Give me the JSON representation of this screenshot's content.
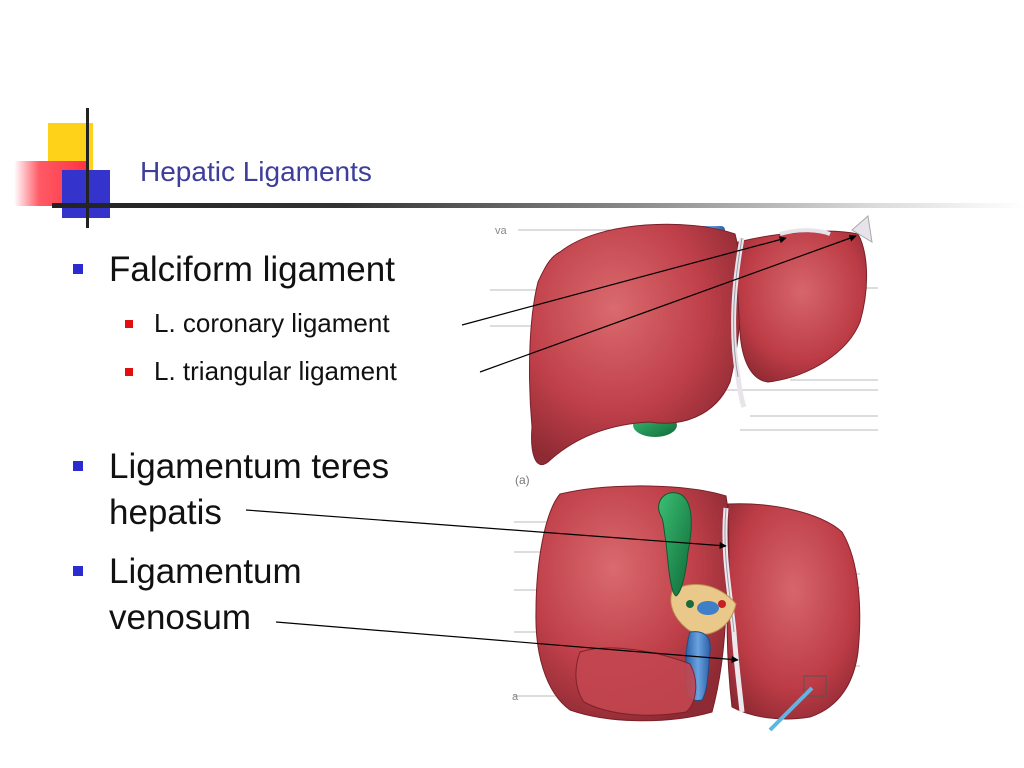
{
  "slide": {
    "title": "Hepatic Ligaments"
  },
  "bullets": [
    {
      "level": 1,
      "lines": [
        "Falciform ligament"
      ],
      "children": [
        {
          "text": "L. coronary ligament"
        },
        {
          "text": "L. triangular ligament"
        }
      ]
    },
    {
      "level": 1,
      "lines": [
        "Ligamentum teres",
        "hepatis"
      ]
    },
    {
      "level": 1,
      "lines": [
        "Ligamentum",
        "venosum"
      ]
    }
  ],
  "figure": {
    "panel_label": "(a)",
    "fragment_top": "va",
    "fragment_bottom": "a"
  },
  "colors": {
    "title": "#3d3d9b",
    "bullet_level1": "#2b2bd0",
    "bullet_level2": "#e01010",
    "liver": "#c0404a",
    "gallbladder": "#1e8a4a",
    "vessel": "#3f7fc8"
  }
}
